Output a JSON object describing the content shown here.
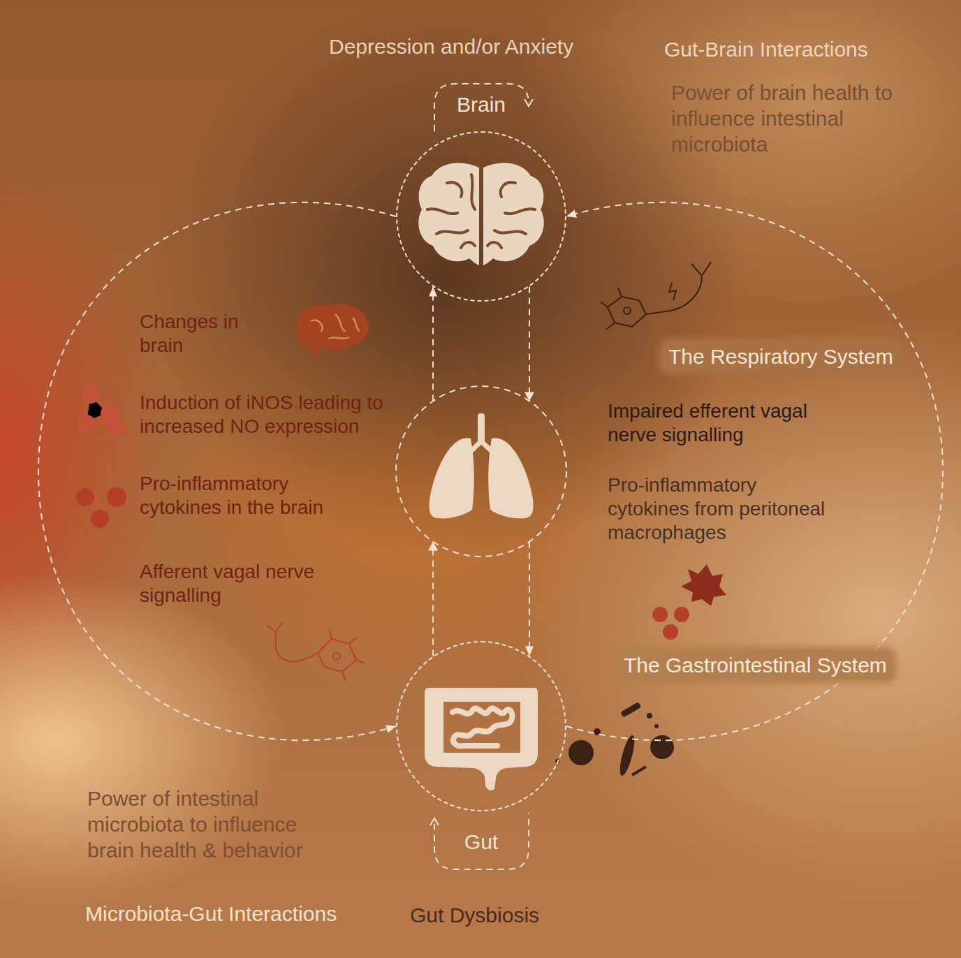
{
  "diagram": {
    "nodes": [
      {
        "text": [
          "Brain"
        ]
      },
      {
        "text": [
          "Gut"
        ]
      }
    ],
    "edges": [
      {
        "from": 0,
        "to": 1,
        "arrow": "to"
      },
      {
        "from": 1,
        "to": 0,
        "arrow": "to"
      },
      {
        "from": 0,
        "to": 1,
        "arrow": "to"
      },
      {
        "from": 1,
        "to": 0,
        "arrow": "to"
      }
    ],
    "labels": [
      "Depression and/or Anxiety",
      "Gut-Brain Interactions",
      "Power of brain health to influence intestinal microbiota",
      "Changes in brain",
      "Induction of iNOS leading to increased NO expression",
      "Pro-inflammatory cytokines in the brain",
      "Afferent vagal nerve signalling",
      "The Respiratory System",
      "Impaired efferent vagal nerve signalling",
      "Pro-inflammatory cytokines from peritoneal macrophages",
      "The Gastrointestinal System",
      "Power of intestinal microbiota to influence brain health & behavior",
      "Microbiota-Gut Interactions",
      "Gut Dysbiosis"
    ]
  }
}
